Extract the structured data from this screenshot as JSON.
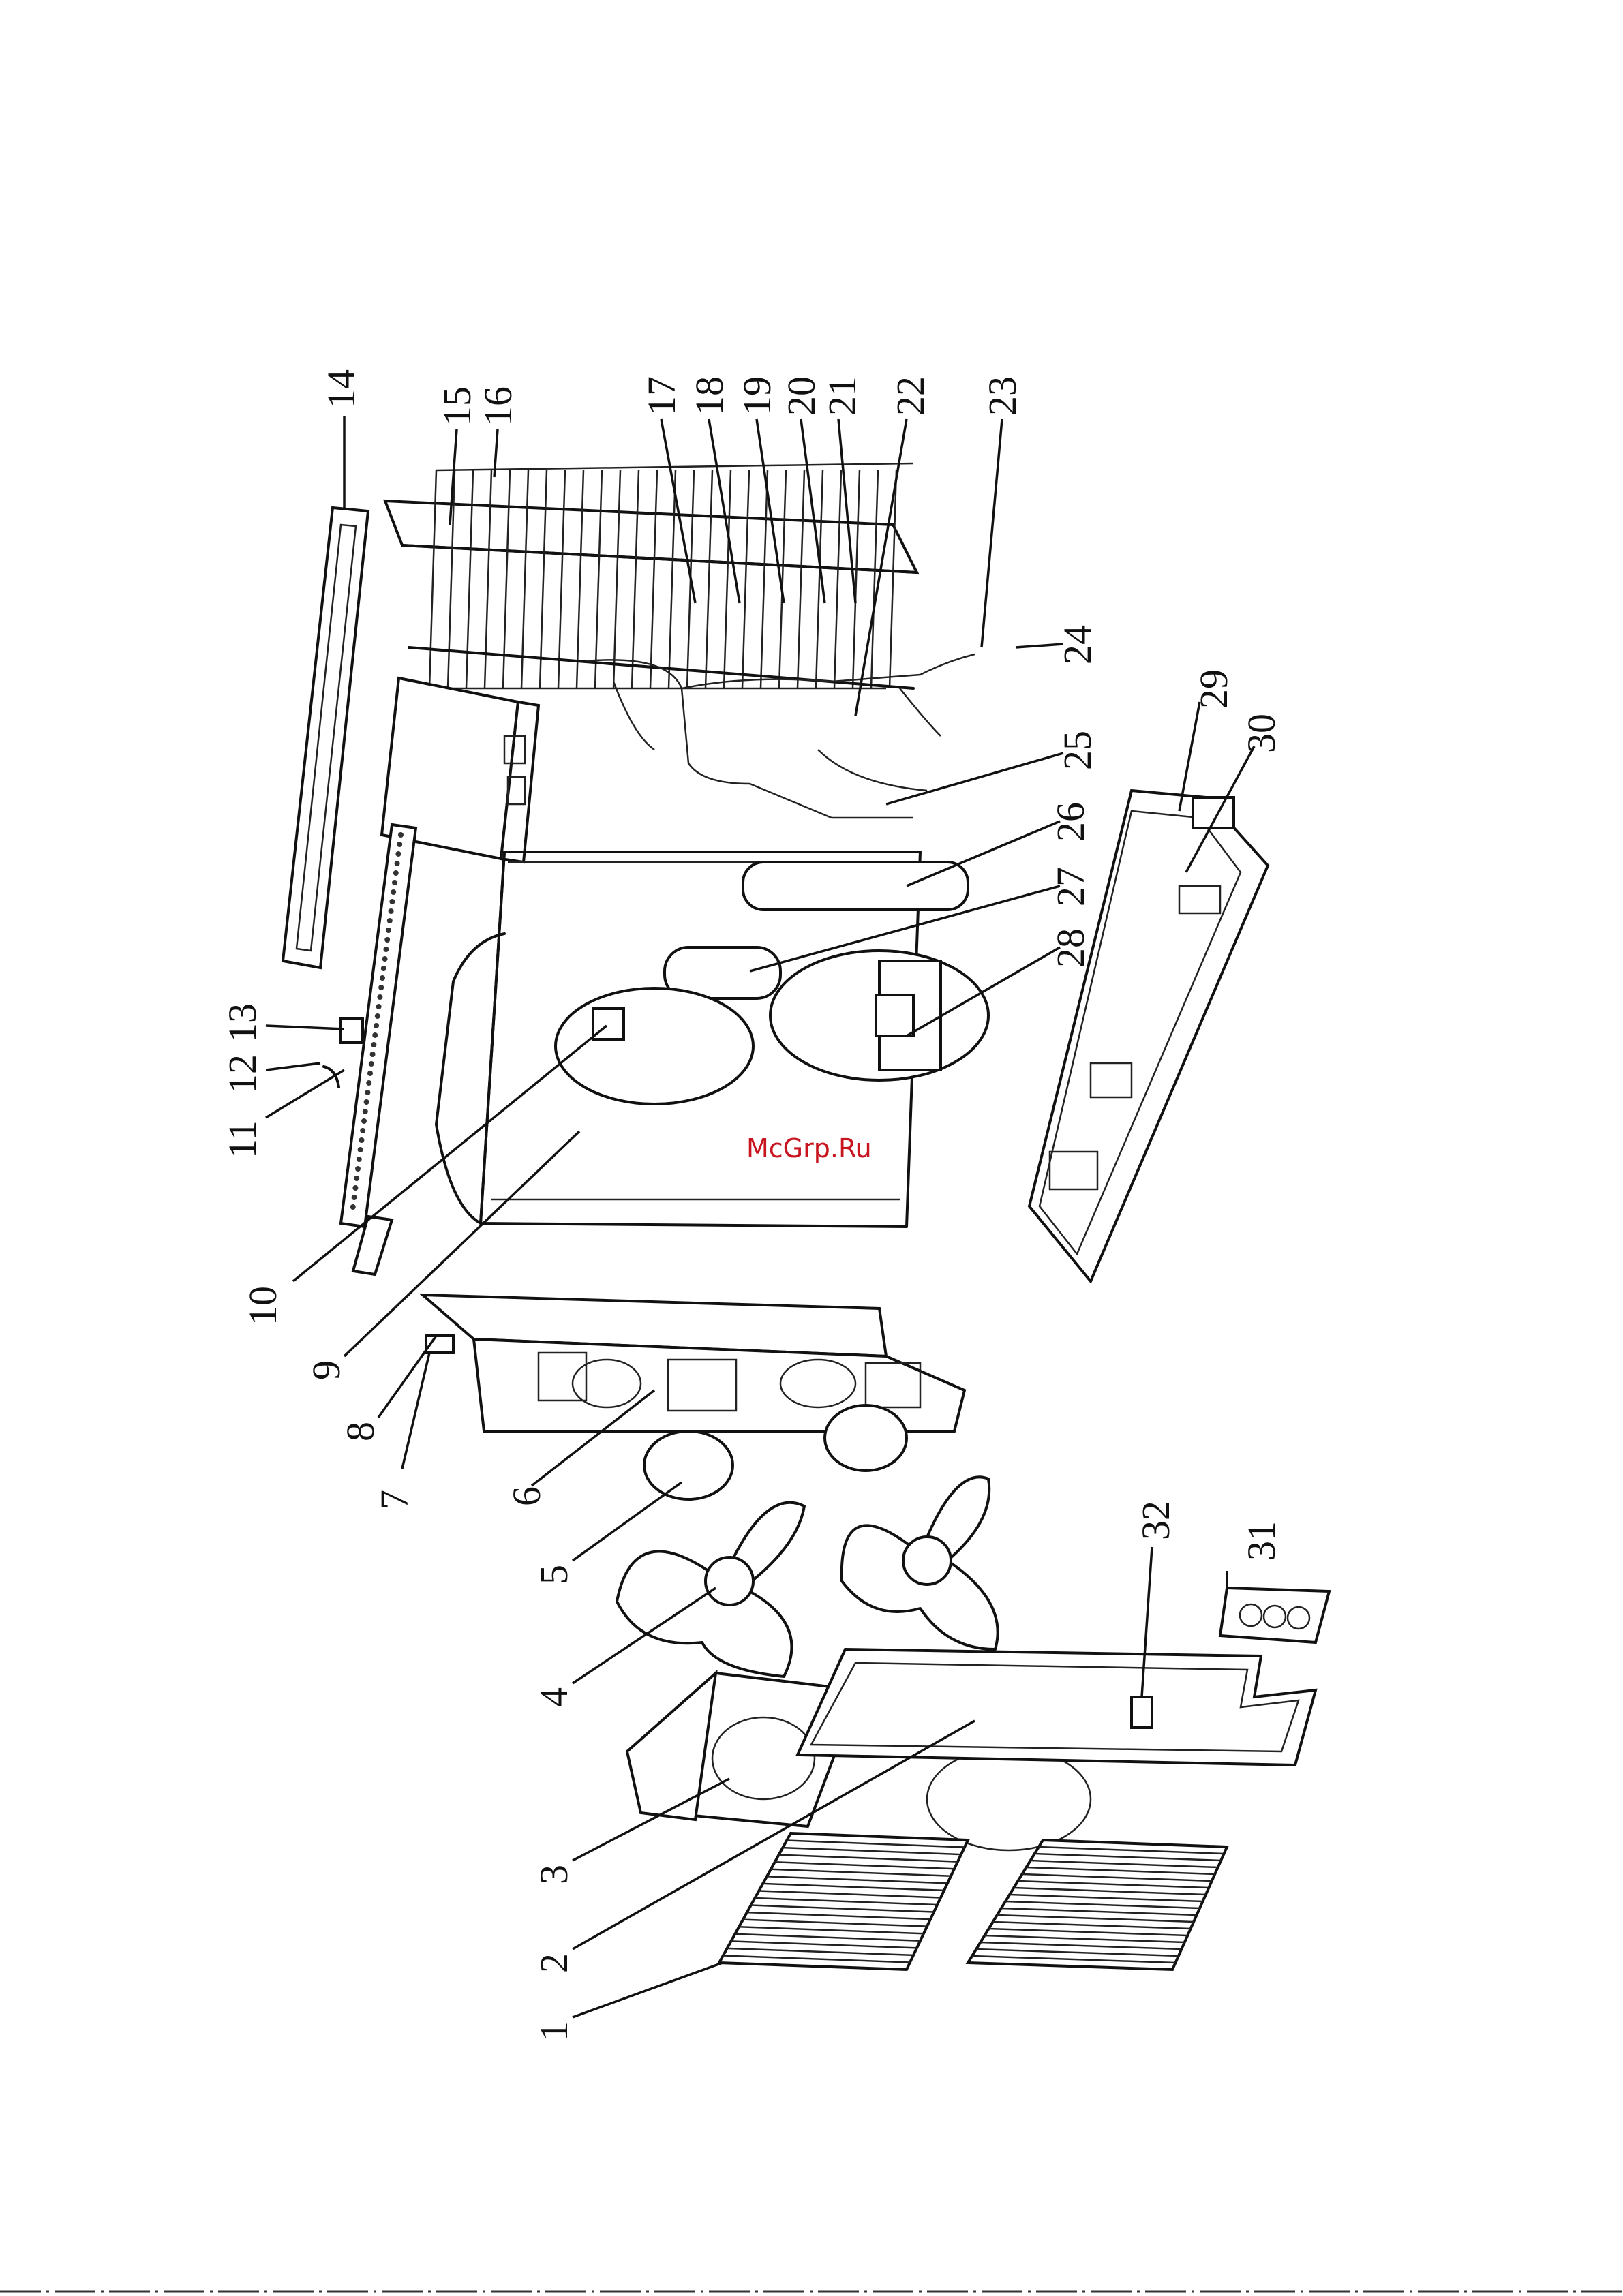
{
  "watermark": {
    "text": "McGrp.Ru",
    "color": "#c8141e"
  },
  "callouts": [
    {
      "id": "1",
      "label": "1"
    },
    {
      "id": "2",
      "label": "2"
    },
    {
      "id": "3",
      "label": "3"
    },
    {
      "id": "4",
      "label": "4"
    },
    {
      "id": "5",
      "label": "5"
    },
    {
      "id": "6",
      "label": "6"
    },
    {
      "id": "7",
      "label": "7"
    },
    {
      "id": "8",
      "label": "8"
    },
    {
      "id": "9",
      "label": "9"
    },
    {
      "id": "10",
      "label": "10"
    },
    {
      "id": "11",
      "label": "11"
    },
    {
      "id": "12",
      "label": "12"
    },
    {
      "id": "13",
      "label": "13"
    },
    {
      "id": "14",
      "label": "14"
    },
    {
      "id": "15",
      "label": "15"
    },
    {
      "id": "16",
      "label": "16"
    },
    {
      "id": "17",
      "label": "17"
    },
    {
      "id": "18",
      "label": "18"
    },
    {
      "id": "19",
      "label": "19"
    },
    {
      "id": "20",
      "label": "20"
    },
    {
      "id": "21",
      "label": "21"
    },
    {
      "id": "22",
      "label": "22"
    },
    {
      "id": "23",
      "label": "23"
    },
    {
      "id": "24",
      "label": "24"
    },
    {
      "id": "25",
      "label": "25"
    },
    {
      "id": "26",
      "label": "26"
    },
    {
      "id": "27",
      "label": "27"
    },
    {
      "id": "28",
      "label": "28"
    },
    {
      "id": "29",
      "label": "29"
    },
    {
      "id": "30",
      "label": "30"
    },
    {
      "id": "31",
      "label": "31"
    },
    {
      "id": "32",
      "label": "32"
    }
  ]
}
